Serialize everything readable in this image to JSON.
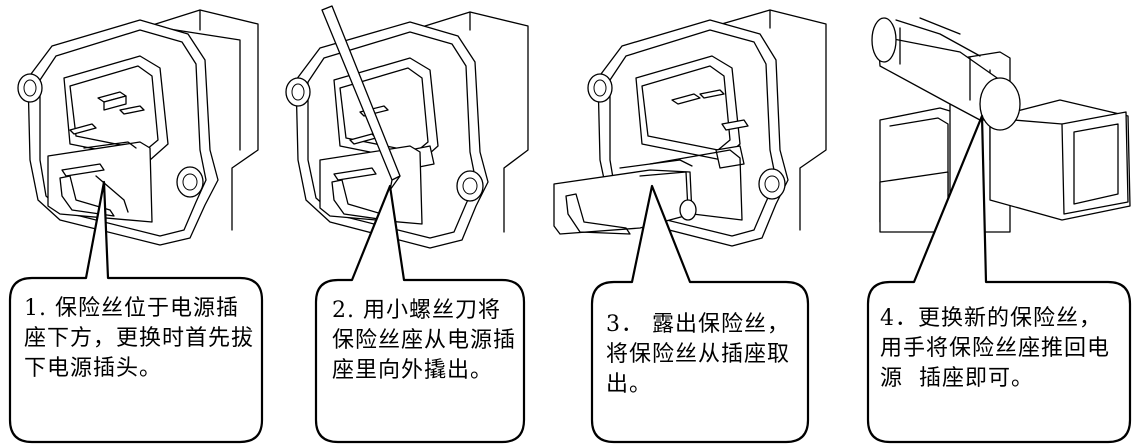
{
  "steps": [
    {
      "text": "1. 保险丝位于电源插座下方，更换时首先拔下电源插头。"
    },
    {
      "text": "2. 用小螺丝刀将保险丝座从电源插座里向外撬出。"
    },
    {
      "text": "3． 露出保险丝，将保险丝从插座取出。"
    },
    {
      "text": "4．更换新的保险丝，用手将保险丝座推回电源  插座即可。"
    }
  ],
  "colors": {
    "ink": "#000000",
    "paper": "#ffffff"
  }
}
